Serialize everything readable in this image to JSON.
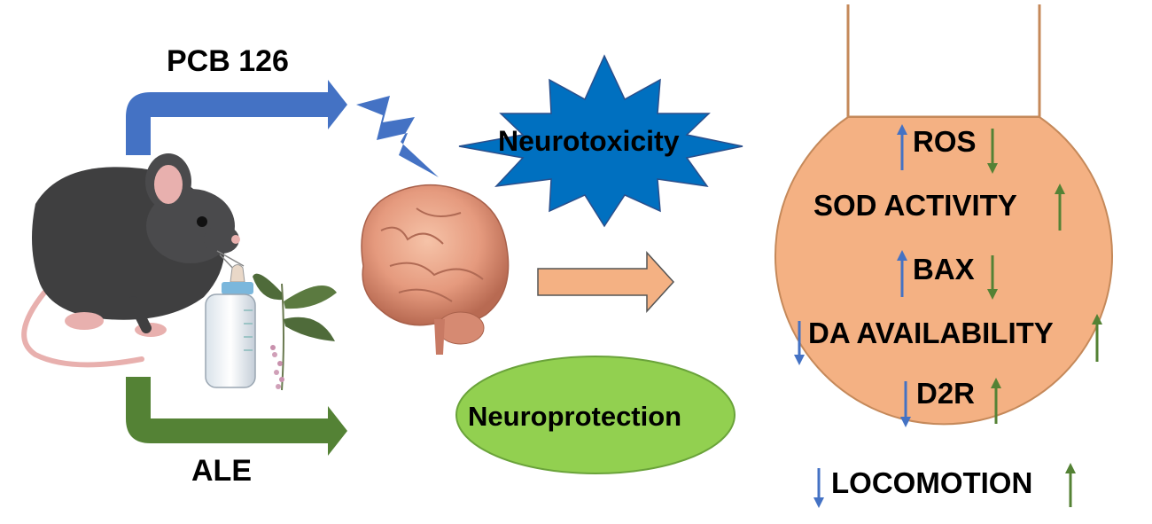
{
  "labels": {
    "pcb": "PCB 126",
    "ale": "ALE",
    "neurotoxicity": "Neurotoxicity",
    "neuroprotection": "Neuroprotection"
  },
  "outcomes": {
    "ros": "ROS",
    "sod": "SOD ACTIVITY",
    "bax": "BAX",
    "da": "DA AVAILABILITY",
    "d2r": "D2R",
    "locomotion": "LOCOMOTION"
  },
  "colors": {
    "blue_arrow": "#4472c4",
    "green_arrow": "#548235",
    "starburst": "#0070c0",
    "ellipse": "#92d050",
    "flask": "#f4b183",
    "flask_border": "#c5895a",
    "up_blue": "#4472c4",
    "up_green": "#548235"
  },
  "icons": [
    "mouse-icon",
    "baby-bottle-icon",
    "plant-icon",
    "brain-icon",
    "lightning-icon"
  ]
}
